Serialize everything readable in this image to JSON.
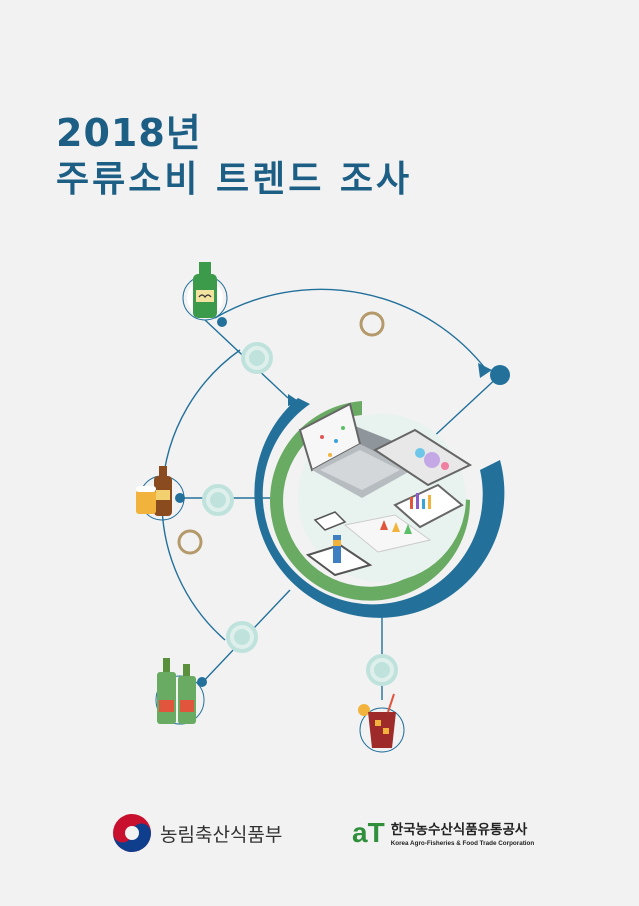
{
  "cover": {
    "title_line1": "2018년",
    "title_line2": "주류소비 트렌드 조사"
  },
  "publishers": {
    "ministry_name": "농림축산식품부",
    "at_logo": "aT",
    "at_korean_name": "한국농수산식품유통공사",
    "at_english_name": "Korea Agro-Fisheries & Food Trade Corporation"
  },
  "colors": {
    "title": "#1d5e85",
    "arc_blue": "#23719a",
    "arc_green": "#6aab64",
    "node_teal": "#bfe3dc",
    "node_gold": "#b49a6a"
  },
  "icons": [
    "soju-bottle-icon",
    "beer-icon",
    "wine-bottles-icon",
    "cocktail-icon",
    "laptop-analytics-icon"
  ]
}
